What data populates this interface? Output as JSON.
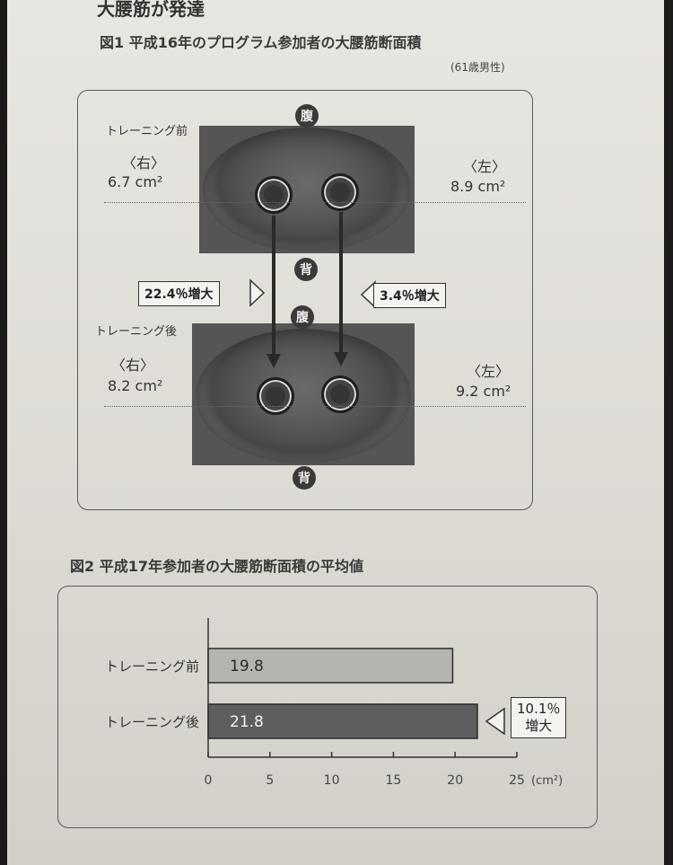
{
  "heading": "大腰筋が発達",
  "figure1": {
    "title": "図1 平成16年のプログラム参加者の大腰筋断面積",
    "subject": "(61歳男性)",
    "before": {
      "label": "トレーニング前",
      "right_side": "〈右〉",
      "right_value": "6.7 cm²",
      "left_side": "〈左〉",
      "left_value": "8.9 cm²",
      "front": "腹",
      "back": "背"
    },
    "after": {
      "label": "トレーニング後",
      "right_side": "〈右〉",
      "right_value": "8.2 cm²",
      "left_side": "〈左〉",
      "left_value": "9.2 cm²",
      "front": "腹",
      "back": "背"
    },
    "increase_right": "22.4％増大",
    "increase_left": "3.4％増大"
  },
  "figure2": {
    "title": "図2 平成17年参加者の大腰筋断面積の平均値",
    "annotation": [
      "10.1％",
      "増大"
    ]
  },
  "chart_data": {
    "type": "bar",
    "orientation": "horizontal",
    "title": "図2 平成17年参加者の大腰筋断面積の平均値",
    "categories": [
      "トレーニング前",
      "トレーニング後"
    ],
    "values": [
      19.8,
      21.8
    ],
    "value_labels": [
      "19.8",
      "21.8"
    ],
    "bar_colors": [
      "#b4b4b0",
      "#5e5e5e"
    ],
    "xlim": [
      0,
      25
    ],
    "xticks": [
      0,
      5,
      10,
      15,
      20,
      25
    ],
    "xtick_labels": [
      "0",
      "5",
      "10",
      "15",
      "20",
      "25"
    ],
    "unit": "(cm²)",
    "grid": false
  }
}
